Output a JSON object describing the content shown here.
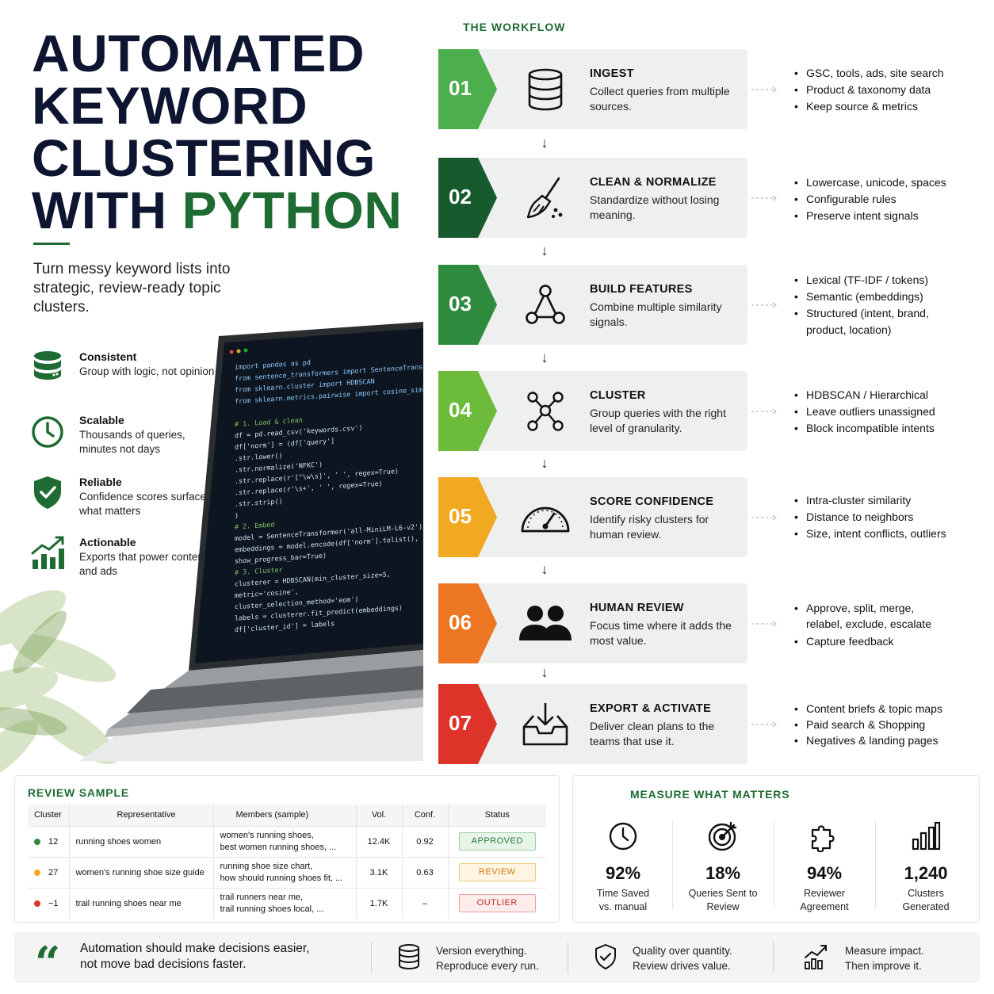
{
  "title": {
    "line1": "AUTOMATED",
    "line2": "KEYWORD",
    "line3": "CLUSTERING",
    "line4_prefix": "WITH ",
    "line4_highlight": "PYTHON",
    "subtitle": "Turn messy keyword lists into strategic, review-ready topic clusters."
  },
  "benefits": [
    {
      "icon": "database-icon",
      "title": "Consistent",
      "desc": "Group with logic, not opinion"
    },
    {
      "icon": "clock-icon",
      "title": "Scalable",
      "desc": "Thousands of queries, minutes not days"
    },
    {
      "icon": "shield-check-icon",
      "title": "Reliable",
      "desc": "Confidence scores surface what matters"
    },
    {
      "icon": "chart-up-icon",
      "title": "Actionable",
      "desc": "Exports that power content and ads"
    }
  ],
  "code_lines": [
    "import pandas as pd",
    "from sentence_transformers import SentenceTransformer",
    "from sklearn.cluster import HDBSCAN",
    "from sklearn.metrics.pairwise import cosine_similarity",
    "",
    "# 1. Load & clean",
    "df = pd.read_csv('keywords.csv')",
    "df['norm'] = (df['query']",
    "      .str.lower()",
    "      .str.normalize('NFKC')",
    "      .str.replace(r'[^\\w\\s]', ' ', regex=True)",
    "      .str.replace(r'\\s+', ' ', regex=True)",
    "      .str.strip()",
    ")",
    "# 2. Embed",
    "model = SentenceTransformer('all-MiniLM-L6-v2')",
    "embeddings = model.encode(df['norm'].tolist(),",
    "      show_progress_bar=True)",
    "# 3. Cluster",
    "clusterer = HDBSCAN(min_cluster_size=5,",
    "      metric='cosine',",
    "      cluster_selection_method='eom')",
    "labels = clusterer.fit_predict(embeddings)",
    "df['cluster_id'] = labels"
  ],
  "workflow": {
    "heading": "THE WORKFLOW",
    "steps": [
      {
        "num": "01",
        "color": "#4cae4c",
        "icon": "database-icon",
        "title": "INGEST",
        "desc": "Collect queries from multiple sources.",
        "bullets": [
          "GSC, tools, ads, site search",
          "Product & taxonomy data",
          "Keep source & metrics"
        ]
      },
      {
        "num": "02",
        "color": "#175a2e",
        "icon": "broom-icon",
        "title": "CLEAN & NORMALIZE",
        "desc": "Standardize without losing meaning.",
        "bullets": [
          "Lowercase, unicode, spaces",
          "Configurable rules",
          "Preserve intent signals"
        ]
      },
      {
        "num": "03",
        "color": "#2e8b3e",
        "icon": "triangle-network-icon",
        "title": "BUILD FEATURES",
        "desc": "Combine multiple similarity signals.",
        "bullets": [
          "Lexical (TF-IDF / tokens)",
          "Semantic (embeddings)",
          "Structured (intent, brand, product, location)"
        ]
      },
      {
        "num": "04",
        "color": "#6dbb3a",
        "icon": "cluster-network-icon",
        "title": "CLUSTER",
        "desc": "Group queries with the right level of granularity.",
        "bullets": [
          "HDBSCAN / Hierarchical",
          "Leave outliers unassigned",
          "Block incompatible intents"
        ]
      },
      {
        "num": "05",
        "color": "#f2a922",
        "icon": "gauge-icon",
        "title": "SCORE CONFIDENCE",
        "desc": "Identify risky clusters for human review.",
        "bullets": [
          "Intra-cluster similarity",
          "Distance to neighbors",
          "Size, intent conflicts, outliers"
        ]
      },
      {
        "num": "06",
        "color": "#ec7622",
        "icon": "users-icon",
        "title": "HUMAN REVIEW",
        "desc": "Focus time where it adds the most value.",
        "bullets": [
          "Approve, split, merge, relabel, exclude, escalate",
          "Capture feedback"
        ]
      },
      {
        "num": "07",
        "color": "#dd3329",
        "icon": "inbox-download-icon",
        "title": "EXPORT & ACTIVATE",
        "desc": "Deliver clean plans to the teams that use it.",
        "bullets": [
          "Content briefs & topic maps",
          "Paid search & Shopping",
          "Negatives & landing pages"
        ]
      }
    ]
  },
  "review": {
    "heading": "REVIEW SAMPLE",
    "columns": [
      "Cluster",
      "Representative",
      "Members (sample)",
      "Vol.",
      "Conf.",
      "Status"
    ],
    "rows": [
      {
        "dot": "#2e8b3e",
        "cluster": "12",
        "rep": "running shoes women",
        "m1": "women's running shoes,",
        "m2": "best women running shoes, ...",
        "vol": "12.4K",
        "conf": "0.92",
        "status": "APPROVED",
        "kind": "st-ok"
      },
      {
        "dot": "#f2a922",
        "cluster": "27",
        "rep": "women's running shoe size guide",
        "m1": "running shoe size chart,",
        "m2": "how should running shoes fit, ...",
        "vol": "3.1K",
        "conf": "0.63",
        "status": "REVIEW",
        "kind": "st-rev"
      },
      {
        "dot": "#dd3329",
        "cluster": "−1",
        "rep": "trail running shoes near me",
        "m1": "trail runners near me,",
        "m2": "trail running shoes local, ...",
        "vol": "1.7K",
        "conf": "–",
        "status": "OUTLIER",
        "kind": "st-out"
      }
    ]
  },
  "measure": {
    "heading": "MEASURE WHAT MATTERS",
    "metrics": [
      {
        "icon": "clock-icon",
        "value": "92%",
        "l1": "Time Saved",
        "l2": "vs. manual"
      },
      {
        "icon": "target-icon",
        "value": "18%",
        "l1": "Queries Sent to",
        "l2": "Review"
      },
      {
        "icon": "puzzle-icon",
        "value": "94%",
        "l1": "Reviewer",
        "l2": "Agreement"
      },
      {
        "icon": "bar-chart-icon",
        "value": "1,240",
        "l1": "Clusters",
        "l2": "Generated"
      }
    ]
  },
  "footer": {
    "quote_l1": "Automation should make decisions easier,",
    "quote_l2": "not move bad decisions faster.",
    "items": [
      {
        "icon": "database-icon",
        "l1": "Version everything.",
        "l2": "Reproduce every run."
      },
      {
        "icon": "shield-check-icon",
        "l1": "Quality over quantity.",
        "l2": "Review drives value."
      },
      {
        "icon": "chart-up-icon",
        "l1": "Measure impact.",
        "l2": "Then improve it."
      }
    ]
  }
}
